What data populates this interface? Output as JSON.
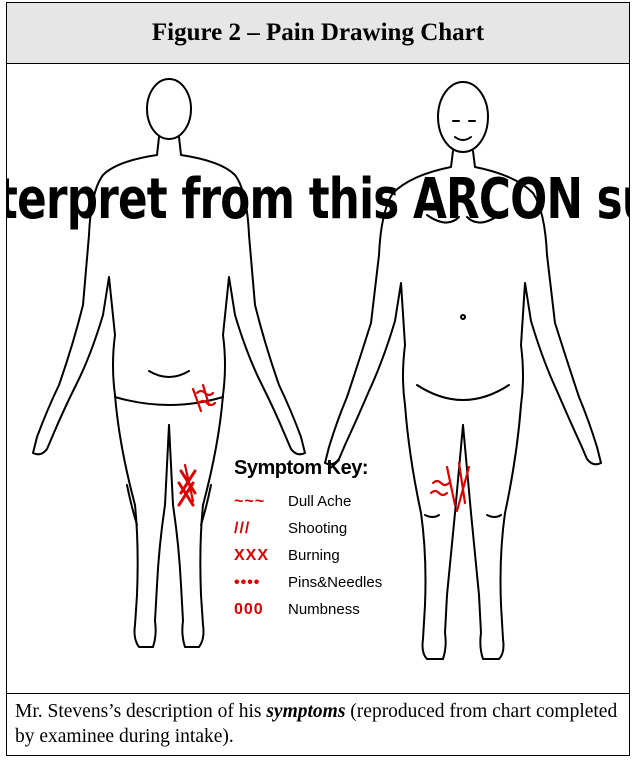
{
  "figure": {
    "title": "Figure 2 – Pain Drawing Chart",
    "watermark_text": "terpret from this ARCON summa",
    "symptom_key": {
      "title": "Symptom Key:",
      "items": [
        {
          "symbol": "~~~",
          "label": "Dull Ache"
        },
        {
          "symbol": "///",
          "label": "Shooting"
        },
        {
          "symbol": "XXX",
          "label": "Burning"
        },
        {
          "symbol": "••••",
          "label": "Pins&Needles"
        },
        {
          "symbol": "000",
          "label": "Numbness"
        }
      ]
    },
    "symptom_color": "#e00000"
  },
  "caption": {
    "before": "Mr. Stevens’s description of his ",
    "emphasis": "symptoms",
    "after": " (reproduced from chart completed by examinee during intake)."
  }
}
